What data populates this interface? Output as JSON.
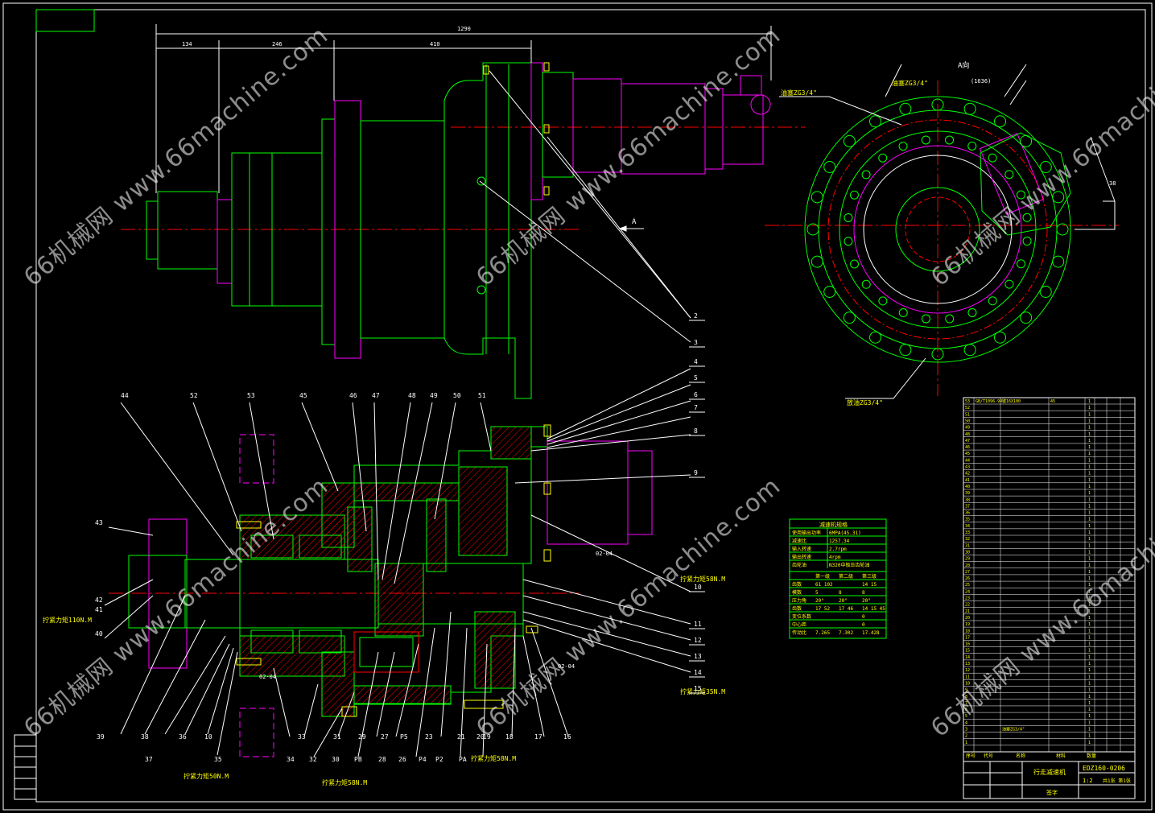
{
  "drawing": {
    "dims": {
      "total": "1290",
      "d1": "134",
      "d2": "246",
      "d3": "410",
      "view_a_dim": "(1636)",
      "side_dim": "38"
    },
    "view_labels": {
      "view_a_title": "A向",
      "arrow_label": "A"
    },
    "notes": {
      "oil_fill": "油塞ZG3/4\"",
      "oil_level": "油塞ZG3/4\"",
      "drain": "放油ZG3/4\"",
      "torque_58_a": "拧紧力矩58N.M",
      "torque_35": "拧紧力矩35N.M",
      "torque_110": "拧紧力矩110N.M",
      "torque_50": "拧紧力矩50N.M",
      "torque_58_b": "拧紧力矩58N.M",
      "torque_58_c": "拧紧力矩58N.M",
      "tol_a": "02-04",
      "tol_b": "02-04",
      "tol_c": "02-04"
    },
    "part_balloons_top": [
      "44",
      "52",
      "53",
      "45",
      "46",
      "47",
      "48",
      "49",
      "50",
      "51"
    ],
    "part_balloons_right": [
      "2",
      "3",
      "4",
      "5",
      "6",
      "7",
      "8",
      "9",
      "10",
      "11",
      "12",
      "13",
      "14",
      "15"
    ],
    "part_balloons_left": [
      "43",
      "42",
      "41",
      "40"
    ],
    "part_balloons_bottom": [
      "39",
      "38",
      "37",
      "36",
      "10",
      "35",
      "34",
      "33",
      "32",
      "31",
      "30",
      "PB",
      "29",
      "28",
      "27",
      "P5",
      "26",
      "P4",
      "23",
      "P2",
      "21",
      "PA",
      "20",
      "19",
      "18",
      "17",
      "16"
    ]
  },
  "spec_table": {
    "title": "减速机规格",
    "rows": [
      [
        "使用输出功率",
        "6MPA(45.31)"
      ],
      [
        "减速比",
        "1257.34"
      ],
      [
        "输入转速",
        "2.7rpm"
      ],
      [
        "输出转速",
        "4rpm"
      ],
      [
        "齿轮油",
        "N320中极压齿轮油"
      ]
    ],
    "gear_header": [
      "",
      "第一级",
      "第二级",
      "第三级"
    ],
    "gear_rows": [
      [
        "齿数",
        "61 102",
        "",
        "14 15"
      ],
      [
        "模数",
        "5",
        "8",
        "8"
      ],
      [
        "压力角",
        "20°",
        "20°",
        "20°"
      ],
      [
        "齿数",
        "17 52",
        "17 46",
        "14 15 45"
      ],
      [
        "变位系数",
        "",
        "",
        "0"
      ],
      [
        "中心距",
        "",
        "",
        "0"
      ],
      [
        "传动比",
        "7.265",
        "7.302",
        "17.428"
      ]
    ]
  },
  "parts_list": {
    "rows": [
      [
        "53",
        "GB/T1096-94",
        "键16X100",
        "45",
        "1"
      ],
      [
        "52",
        "",
        "",
        "",
        "1"
      ],
      [
        "51",
        "",
        "",
        "",
        "1"
      ],
      [
        "50",
        "",
        "",
        "",
        "1"
      ],
      [
        "49",
        "",
        "",
        "",
        "1"
      ],
      [
        "48",
        "",
        "",
        "",
        "1"
      ],
      [
        "47",
        "",
        "",
        "",
        "1"
      ],
      [
        "46",
        "",
        "",
        "",
        "1"
      ],
      [
        "45",
        "",
        "",
        "",
        "1"
      ],
      [
        "44",
        "",
        "",
        "",
        "1"
      ],
      [
        "43",
        "",
        "",
        "",
        "1"
      ],
      [
        "42",
        "",
        "",
        "",
        "1"
      ],
      [
        "41",
        "",
        "",
        "",
        "1"
      ],
      [
        "40",
        "",
        "",
        "",
        "1"
      ],
      [
        "39",
        "",
        "",
        "",
        "1"
      ],
      [
        "38",
        "",
        "",
        "",
        "1"
      ],
      [
        "37",
        "",
        "",
        "",
        "1"
      ],
      [
        "36",
        "",
        "",
        "",
        "1"
      ],
      [
        "35",
        "",
        "",
        "",
        "1"
      ],
      [
        "34",
        "",
        "",
        "",
        "1"
      ],
      [
        "33",
        "",
        "",
        "",
        "1"
      ],
      [
        "32",
        "",
        "",
        "",
        "1"
      ],
      [
        "31",
        "",
        "",
        "",
        "1"
      ],
      [
        "30",
        "",
        "",
        "",
        "1"
      ],
      [
        "29",
        "",
        "",
        "",
        "1"
      ],
      [
        "28",
        "",
        "",
        "",
        "1"
      ],
      [
        "27",
        "",
        "",
        "",
        "1"
      ],
      [
        "26",
        "",
        "",
        "",
        "1"
      ],
      [
        "25",
        "",
        "",
        "",
        "1"
      ],
      [
        "24",
        "",
        "",
        "",
        "1"
      ],
      [
        "23",
        "",
        "",
        "",
        "1"
      ],
      [
        "22",
        "",
        "",
        "",
        "1"
      ],
      [
        "21",
        "",
        "",
        "",
        "1"
      ],
      [
        "20",
        "",
        "",
        "",
        "1"
      ],
      [
        "19",
        "",
        "",
        "",
        "1"
      ],
      [
        "18",
        "",
        "",
        "",
        "1"
      ],
      [
        "17",
        "",
        "",
        "",
        "1"
      ],
      [
        "16",
        "",
        "",
        "",
        "1"
      ],
      [
        "15",
        "",
        "",
        "",
        "1"
      ],
      [
        "14",
        "",
        "",
        "",
        "1"
      ],
      [
        "13",
        "",
        "",
        "",
        "1"
      ],
      [
        "12",
        "",
        "",
        "",
        "1"
      ],
      [
        "11",
        "",
        "",
        "",
        "1"
      ],
      [
        "10",
        "",
        "",
        "",
        "1"
      ],
      [
        "9",
        "",
        "",
        "",
        "1"
      ],
      [
        "8",
        "",
        "",
        "",
        "1"
      ],
      [
        "7",
        "",
        "",
        "",
        "1"
      ],
      [
        "6",
        "",
        "",
        "",
        "1"
      ],
      [
        "5",
        "",
        "",
        "",
        "1"
      ],
      [
        "4",
        "",
        "",
        "",
        "1"
      ],
      [
        "3",
        "",
        "油塞ZG3/4\"",
        "",
        "1"
      ],
      [
        "2",
        "",
        "",
        "",
        "1"
      ],
      [
        "1",
        "",
        "",
        "",
        "1"
      ]
    ],
    "header": [
      "序号",
      "代号",
      "名称",
      "材料",
      "数量"
    ]
  },
  "title_block": {
    "drawing_no": "EDZ160-0206",
    "title": "行走减速机",
    "scale": "1:2",
    "sheet": "共1张 第1张",
    "label_bottom": "签字"
  },
  "watermark": {
    "text": "66机械网 www.66machine.com"
  },
  "colors": {
    "background": "#000000",
    "outline": "#00ff00",
    "hidden": "#ff00ff",
    "dim": "#ffffff",
    "center": "#ff0000",
    "text": "#ffff00",
    "hatch": "#ff0000",
    "cyan": "#00ffff"
  }
}
